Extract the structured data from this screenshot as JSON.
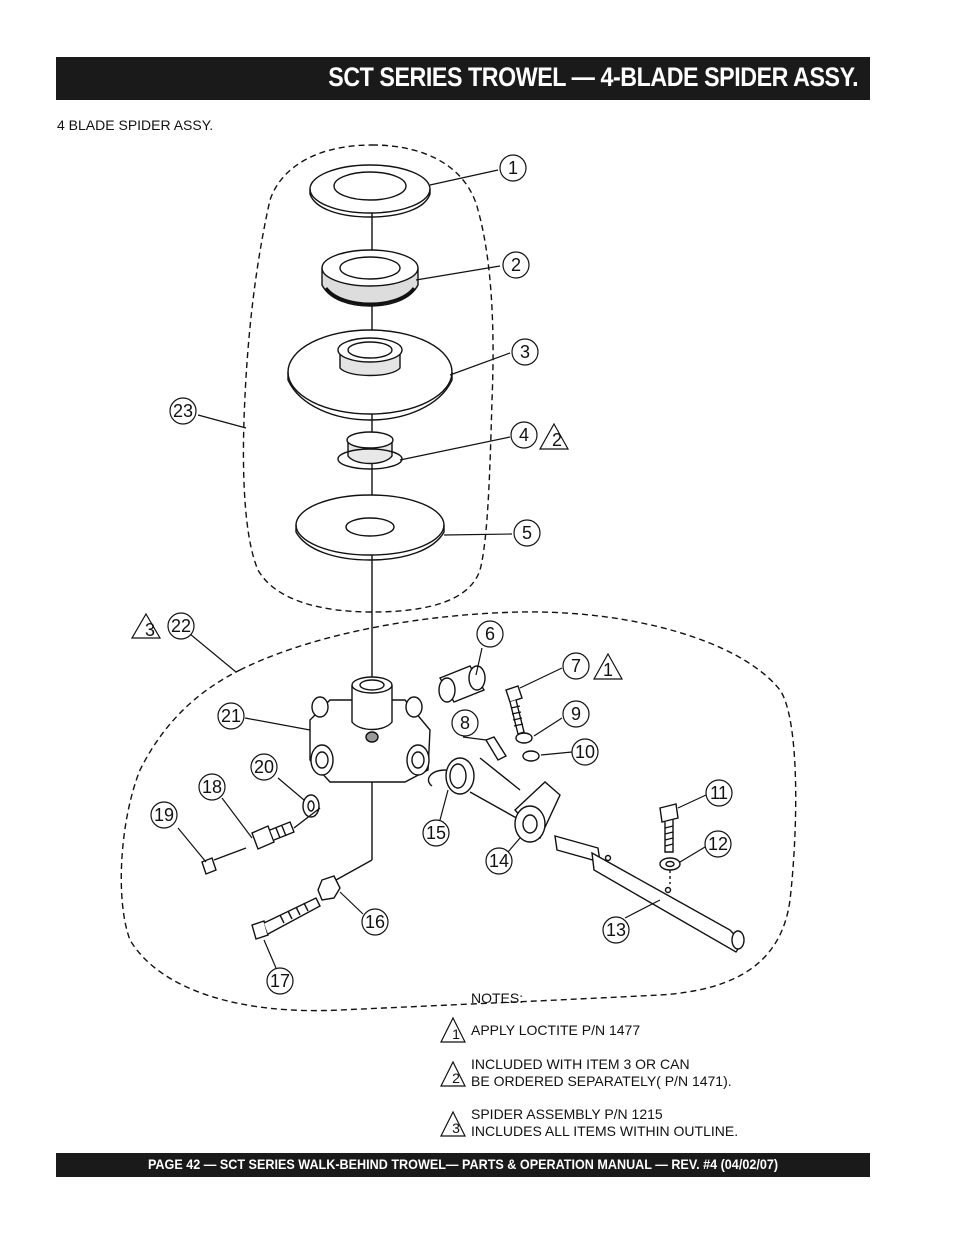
{
  "header": {
    "title": "SCT SERIES TROWEL —  4-BLADE SPIDER ASSY."
  },
  "subtitle": "4 BLADE SPIDER  ASSY.",
  "callouts": [
    "1",
    "2",
    "3",
    "4",
    "5",
    "6",
    "7",
    "8",
    "9",
    "10",
    "11",
    "12",
    "13",
    "14",
    "15",
    "16",
    "17",
    "18",
    "19",
    "20",
    "21",
    "22",
    "23"
  ],
  "warnings": [
    "2",
    "1",
    "3"
  ],
  "notes": {
    "heading": "NOTES:",
    "items": [
      {
        "symbol": "1",
        "lines": [
          "APPLY LOCTITE  P/N 1477"
        ]
      },
      {
        "symbol": "2",
        "lines": [
          "INCLUDED WITH  ITEM 3 OR CAN",
          "BE ORDERED SEPARATELY( P/N 1471)."
        ]
      },
      {
        "symbol": "3",
        "lines": [
          "SPIDER ASSEMBLY P/N 1215",
          "INCLUDES ALL ITEMS WITHIN OUTLINE."
        ]
      }
    ]
  },
  "footer": {
    "text": "PAGE 42 — SCT SERIES WALK-BEHIND TROWEL— PARTS & OPERATION MANUAL — REV. #4 (04/02/07)"
  }
}
